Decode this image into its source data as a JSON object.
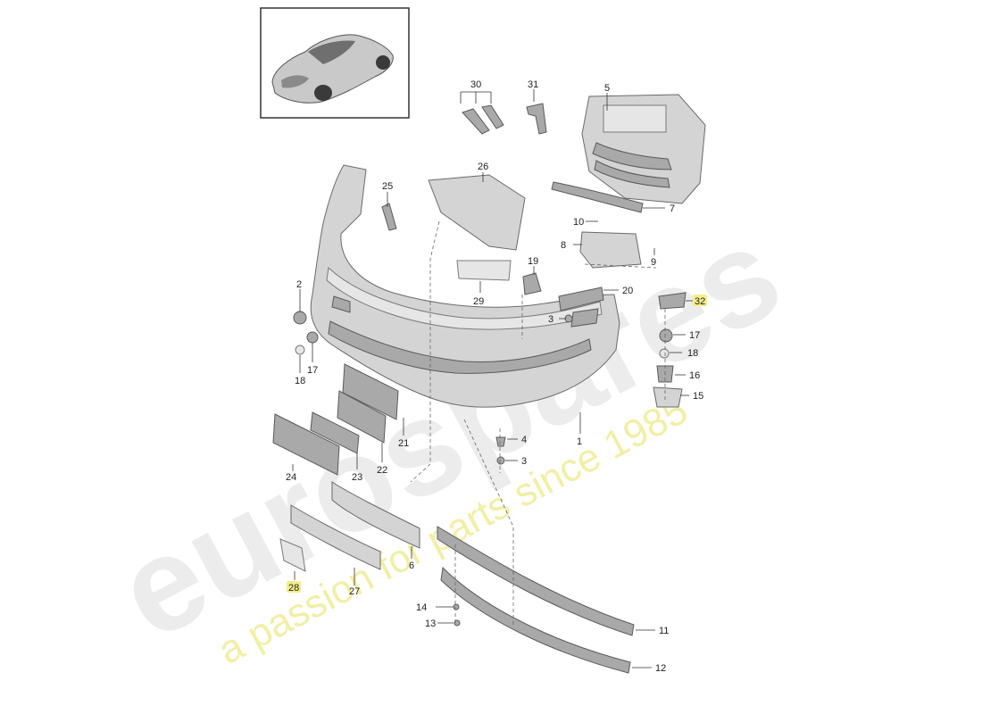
{
  "watermark": {
    "brand": "eurospares",
    "tagline": "a passion for parts since 1985"
  },
  "thumbnail": {
    "icon": "car-icon"
  },
  "accent_color": "#f3ee8a",
  "callouts": [
    {
      "id": "c30",
      "text": "30"
    },
    {
      "id": "c31",
      "text": "31"
    },
    {
      "id": "c5",
      "text": "5"
    },
    {
      "id": "c26",
      "text": "26"
    },
    {
      "id": "c25",
      "text": "25"
    },
    {
      "id": "c7",
      "text": "7"
    },
    {
      "id": "c10",
      "text": "10"
    },
    {
      "id": "c8",
      "text": "8"
    },
    {
      "id": "c9",
      "text": "9"
    },
    {
      "id": "c19",
      "text": "19"
    },
    {
      "id": "c29",
      "text": "29"
    },
    {
      "id": "c20",
      "text": "20"
    },
    {
      "id": "c2",
      "text": "2"
    },
    {
      "id": "c32",
      "text": "32"
    },
    {
      "id": "c3a",
      "text": "3"
    },
    {
      "id": "c17a",
      "text": "17"
    },
    {
      "id": "c17b",
      "text": "17"
    },
    {
      "id": "c18a",
      "text": "18"
    },
    {
      "id": "c18b",
      "text": "18"
    },
    {
      "id": "c16",
      "text": "16"
    },
    {
      "id": "c15",
      "text": "15"
    },
    {
      "id": "c1",
      "text": "1"
    },
    {
      "id": "c4",
      "text": "4"
    },
    {
      "id": "c3b",
      "text": "3"
    },
    {
      "id": "c21",
      "text": "21"
    },
    {
      "id": "c22",
      "text": "22"
    },
    {
      "id": "c23",
      "text": "23"
    },
    {
      "id": "c24",
      "text": "24"
    },
    {
      "id": "c6",
      "text": "6"
    },
    {
      "id": "c28",
      "text": "28"
    },
    {
      "id": "c27",
      "text": "27"
    },
    {
      "id": "c14",
      "text": "14"
    },
    {
      "id": "c13",
      "text": "13"
    },
    {
      "id": "c11",
      "text": "11"
    },
    {
      "id": "c12",
      "text": "12"
    }
  ]
}
